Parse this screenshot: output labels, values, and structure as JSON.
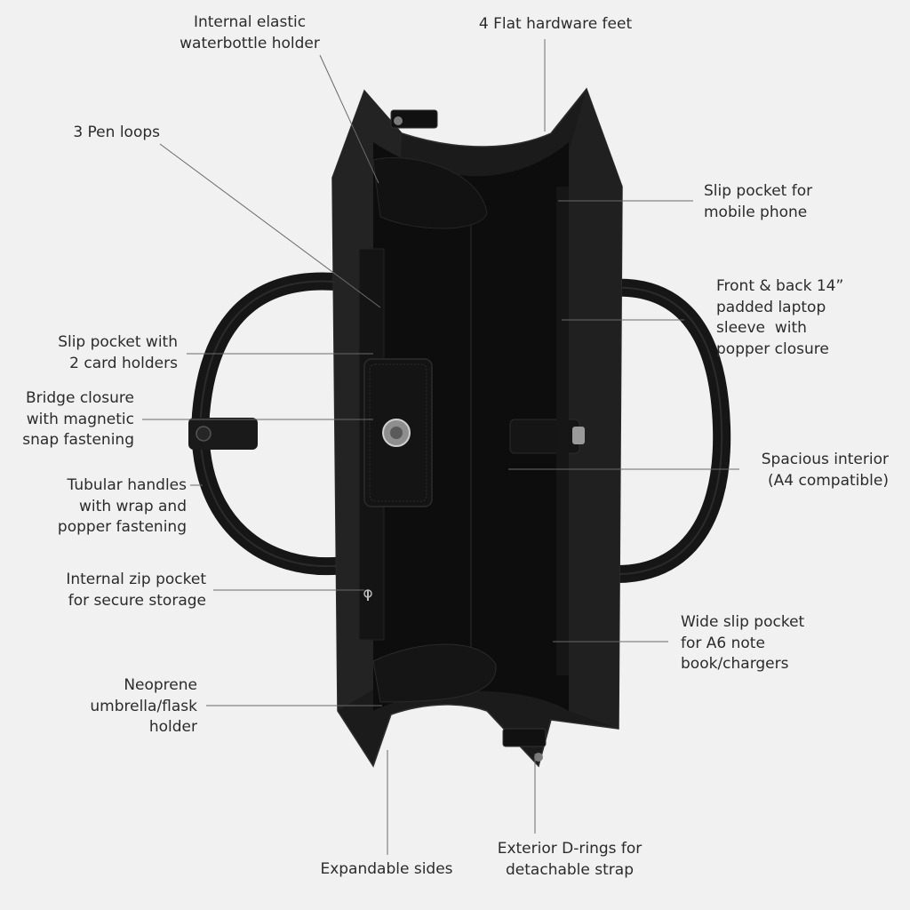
{
  "callouts": {
    "waterbottle_holder": "Internal elastic\nwaterbottle holder",
    "hardware_feet": "4 Flat hardware feet",
    "pen_loops": "3 Pen loops",
    "phone_pocket": "Slip pocket for\nmobile phone",
    "laptop_sleeve": "Front & back 14”\npadded laptop\nsleeve  with\npopper closure",
    "card_pocket": "Slip pocket with\n2 card holders",
    "bridge_closure": "Bridge closure\nwith magnetic\nsnap fastening",
    "spacious_interior": "Spacious interior\n(A4 compatible)",
    "tubular_handles": "Tubular handles\nwith wrap and\npopper fastening",
    "zip_pocket": "Internal zip pocket\nfor secure storage",
    "wide_pocket": "Wide slip pocket\nfor A6 note\nbook/chargers",
    "neoprene_holder": "Neoprene\numbrella/flask\nholder",
    "expandable_sides": "Expandable sides",
    "d_rings": "Exterior D-rings for\ndetachable strap"
  },
  "colors": {
    "background": "#f1f1f1",
    "bag_leather": "#1b1b1b",
    "bag_interior": "#0c0c0c",
    "hardware": "#9a9a9a",
    "text": "#2b2b2b",
    "leader_line": "#6a6a6a"
  }
}
